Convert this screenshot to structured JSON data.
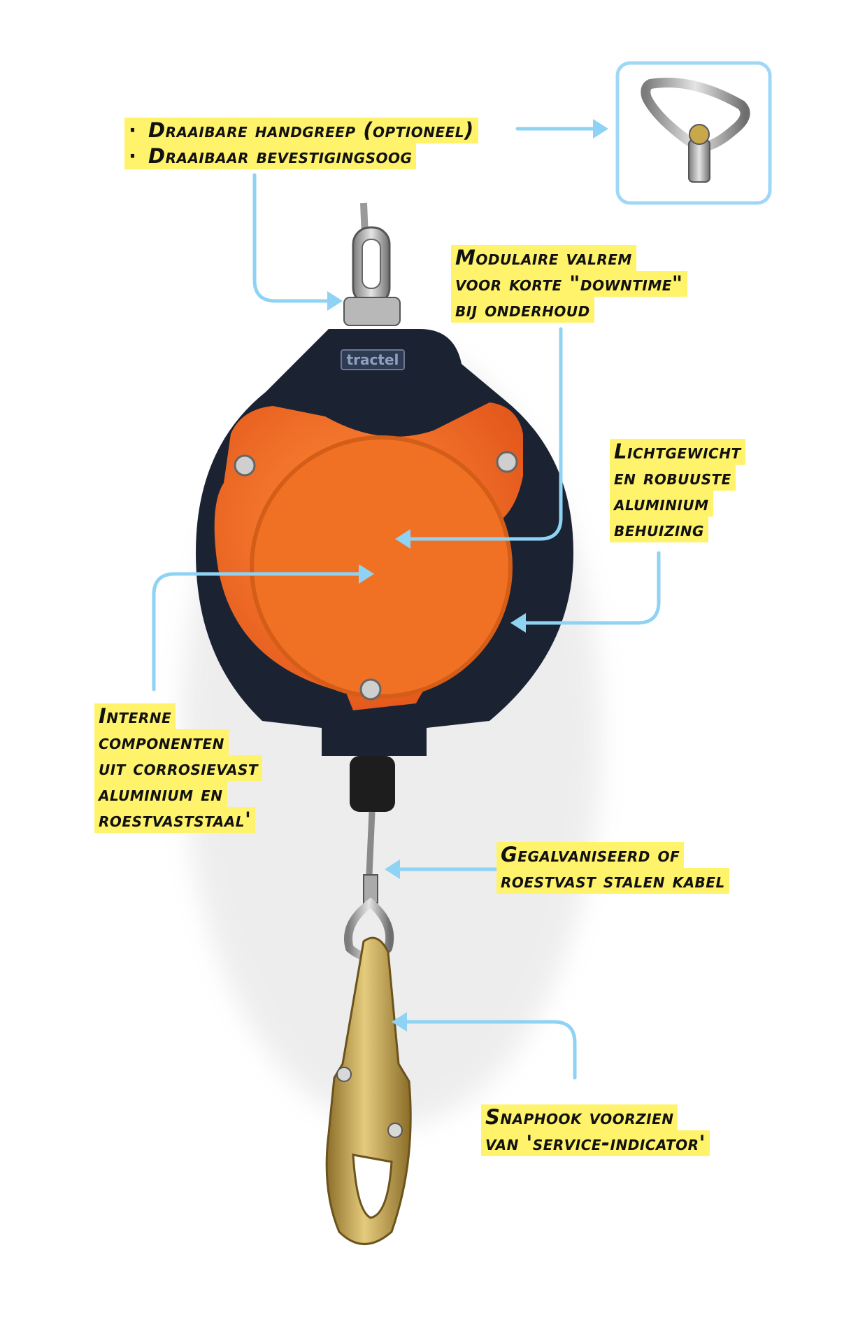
{
  "colors": {
    "highlight": "#fff36b",
    "arrow": "#8fd3f4",
    "orange": "#f26f21",
    "housing": "#1b2333",
    "brass": "#c9a84c"
  },
  "device": {
    "brand": "tractel"
  },
  "callouts": {
    "swivel": {
      "lines": [
        "Draaibare handgreep (optioneel)",
        "Draaibaar bevestigingsoog"
      ],
      "bullet": "·"
    },
    "modular": {
      "lines": [
        "Modulaire valrem",
        "voor korte \"downtime\"",
        "bij onderhoud"
      ]
    },
    "housing": {
      "lines": [
        "Lichtgewicht",
        "en robuuste",
        "aluminium",
        "behuizing"
      ]
    },
    "internal": {
      "lines": [
        "Interne",
        "componenten",
        "uit corrosievast",
        "aluminium en",
        "roestvaststaal'"
      ]
    },
    "cable": {
      "lines": [
        "Gegalvaniseerd of",
        "roestvast stalen kabel"
      ]
    },
    "snaphook": {
      "lines": [
        "Snaphook voorzien",
        "van 'service-indicator'"
      ]
    }
  }
}
